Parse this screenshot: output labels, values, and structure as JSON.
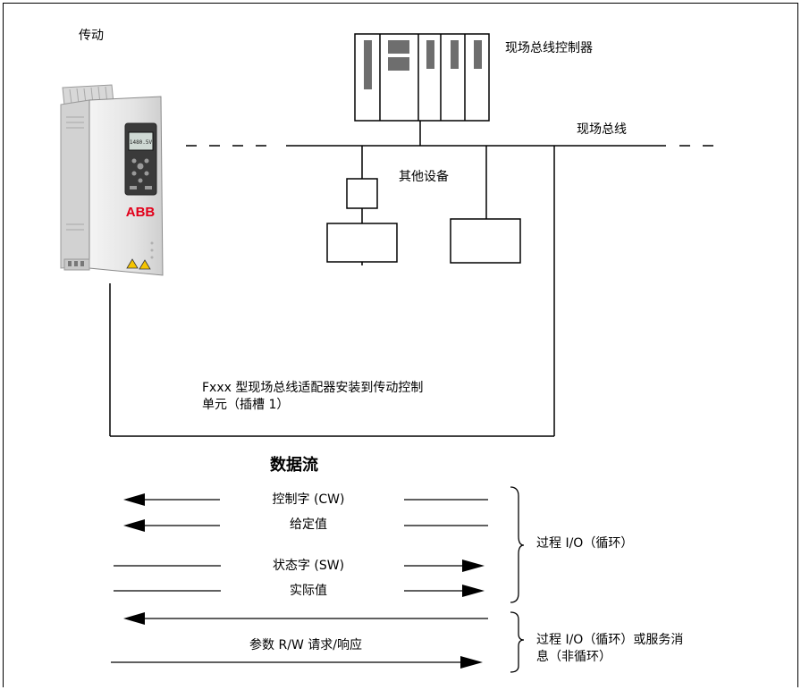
{
  "labels": {
    "drive": "传动",
    "fieldbus_controller": "现场总线控制器",
    "fieldbus": "现场总线",
    "other_devices": "其他设备",
    "adapter_line1": "Fxxx 型现场总线适配器安装到传动控制",
    "adapter_line2": "单元（插槽 1）",
    "data_flow": "数据流"
  },
  "drive_unit": {
    "brand": "ABB",
    "display": "1480.5V"
  },
  "flows": [
    {
      "label": "控制字 (CW)"
    },
    {
      "label": "给定值"
    },
    {
      "label": "状态字 (SW)"
    },
    {
      "label": "实际值"
    },
    {
      "label": "参数 R/W 请求/响应"
    }
  ],
  "groups": [
    {
      "line1": "过程 I/O（循环）"
    },
    {
      "line1": "过程 I/O（循环）或服务消",
      "line2": "息（非循环）"
    }
  ],
  "colors": {
    "line": "#000000",
    "drive_body": "#e6e6e6",
    "drive_panel": "#3a3a3a",
    "abb_red": "#e2001a"
  }
}
